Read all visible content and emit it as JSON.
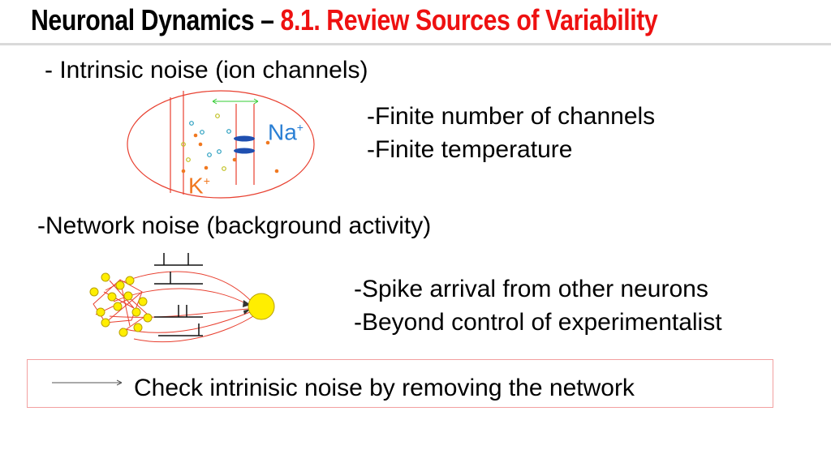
{
  "header": {
    "title_main": "Neuronal Dynamics – ",
    "title_sub": "8.1. Review Sources of Variability"
  },
  "intrinsic": {
    "heading": "- Intrinsic noise (ion channels)",
    "bullets": [
      "-Finite number of channels",
      "-Finite temperature"
    ],
    "na_label": "Na",
    "k_label": "K",
    "plus": "+"
  },
  "network": {
    "heading": "-Network noise (background activity)",
    "bullets": [
      "-Spike arrival from other neurons",
      "-Beyond control of experimentalist"
    ]
  },
  "conclusion": {
    "text": "Check intrinisic noise by removing the network"
  },
  "colors": {
    "title_accent": "#ee1111",
    "membrane": "#e84030",
    "sodium": "#2a7fd4",
    "potassium": "#f07820",
    "channel": "#1f4fb0",
    "neuron_fill": "#ffee00",
    "box_border": "#f2a0a0"
  }
}
